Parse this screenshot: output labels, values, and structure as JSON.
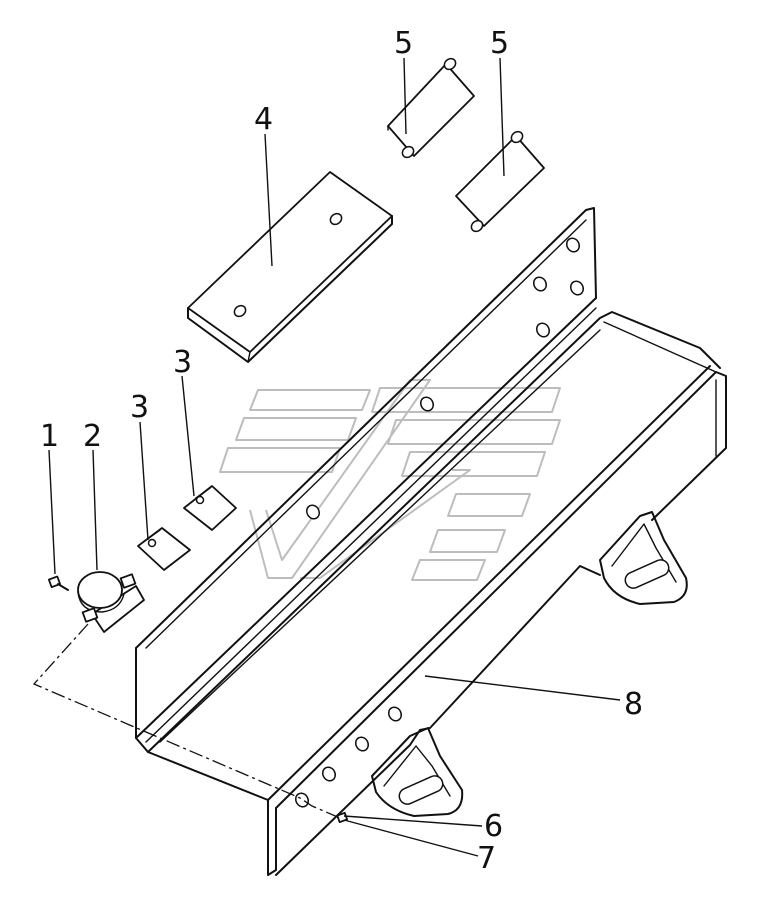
{
  "callouts": {
    "c1": "1",
    "c2": "2",
    "c3a": "3",
    "c3b": "3",
    "c4": "4",
    "c5a": "5",
    "c5b": "5",
    "c6": "6",
    "c7": "7",
    "c8": "8"
  },
  "colors": {
    "line": "#111111",
    "watermark": "#bdbdbd",
    "background": "#ffffff"
  }
}
